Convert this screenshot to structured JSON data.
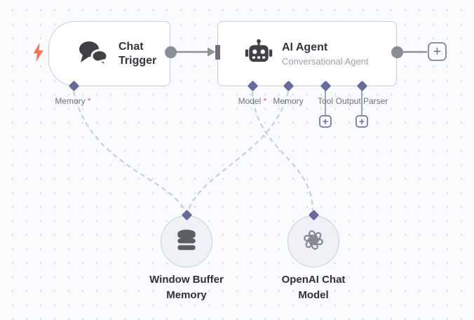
{
  "workflow": {
    "trigger_node": {
      "title": "Chat Trigger",
      "port": {
        "label": "Memory",
        "required_marker": "*"
      }
    },
    "agent_node": {
      "title": "AI Agent",
      "subtitle": "Conversational Agent",
      "ports": [
        {
          "label": "Model",
          "required_marker": "*"
        },
        {
          "label": "Memory",
          "required_marker": ""
        },
        {
          "label": "Tool",
          "required_marker": ""
        },
        {
          "label": "Output Parser",
          "required_marker": ""
        }
      ]
    },
    "memory_node": {
      "label": "Window Buffer Memory"
    },
    "model_node": {
      "label": "OpenAI Chat Model"
    },
    "add_button_label": "+",
    "icons": {
      "trigger_indicator": "lightning-bolt-icon",
      "trigger_icon": "chat-bubbles-icon",
      "agent_icon": "robot-icon",
      "memory_icon": "database-icon",
      "model_icon": "openai-logo-icon"
    },
    "colors": {
      "canvas_bg": "#fafbfd",
      "grid_dot": "#d8dbe7",
      "node_bg": "#ffffff",
      "node_border": "#c8ccd9",
      "title_text": "#33343c",
      "subtitle_text": "#9ca0ab",
      "port_label_text": "#6f7079",
      "port_diamond": "#666b9d",
      "connector_gray": "#8a8d97",
      "dashed_wire": "#c7cad6",
      "purple_wire": "#9b9ed0",
      "required_red": "#f45959",
      "lightning_red": "#ff6d5a",
      "circle_node_bg": "#f0f1f6",
      "icon_dark": "#3f4048"
    }
  }
}
